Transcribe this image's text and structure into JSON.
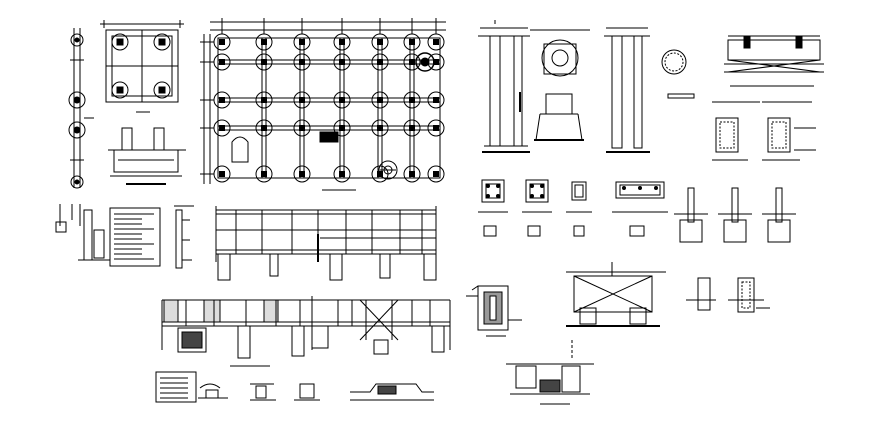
{
  "sheet": {
    "background": "#ffffff",
    "line_color": "#000000",
    "labels": []
  },
  "drawings": [
    {
      "id": "column-strip-left",
      "kind": "column-elevation"
    },
    {
      "id": "footing-plan-small",
      "kind": "footing-plan"
    },
    {
      "id": "footing-section-small",
      "kind": "footing-section"
    },
    {
      "id": "foundation-plan-main",
      "kind": "foundation-plan"
    },
    {
      "id": "column-detail-a",
      "kind": "column-detail"
    },
    {
      "id": "pile-cap-detail",
      "kind": "pile-cap-plan-section"
    },
    {
      "id": "column-detail-b",
      "kind": "column-detail"
    },
    {
      "id": "beam-detail-top-right",
      "kind": "beam-detail"
    },
    {
      "id": "footing-sections-right",
      "kind": "footing-sections"
    },
    {
      "id": "column-sections-row",
      "kind": "column-cross-sections"
    },
    {
      "id": "long-elevation-middle",
      "kind": "grade-beam-elevation"
    },
    {
      "id": "long-elevation-bottom",
      "kind": "grade-beam-elevation"
    },
    {
      "id": "notes-table",
      "kind": "notes-table"
    },
    {
      "id": "misc-details-bottom",
      "kind": "small-details"
    }
  ]
}
